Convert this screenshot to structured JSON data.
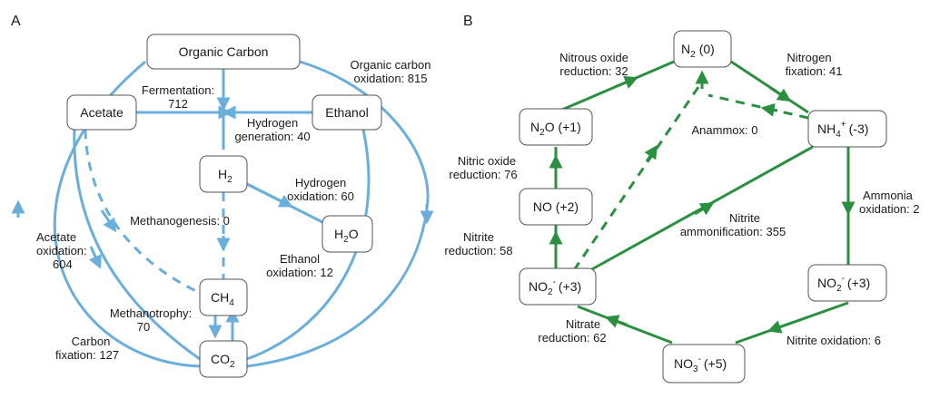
{
  "colors": {
    "carbon": "#6aaedc",
    "nitrogen": "#2a9040"
  },
  "panelA": {
    "label": "A",
    "nodes": {
      "organic_carbon": "Organic Carbon",
      "acetate": "Acetate",
      "ethanol": "Ethanol",
      "h2": "H",
      "h2_sub": "2",
      "h2o_pre": "H",
      "h2o_sub": "2",
      "h2o_post": "O",
      "ch4": "CH",
      "ch4_sub": "4",
      "co2": "CO",
      "co2_sub": "2"
    },
    "fluxes": {
      "fermentation": [
        "Fermentation:",
        "712"
      ],
      "hydrogen_generation": [
        "Hydrogen",
        "generation: 40"
      ],
      "organic_carbon_oxidation": [
        "Organic carbon",
        "oxidation: 815"
      ],
      "hydrogen_oxidation": [
        "Hydrogen",
        "oxidation: 60"
      ],
      "methanogenesis": "Methanogenesis: 0",
      "acetate_oxidation": [
        "Acetate",
        "oxidation:",
        "604"
      ],
      "ethanol_oxidation": [
        "Ethanol",
        "oxidation: 12"
      ],
      "methanotrophy": [
        "Methanotrophy:",
        "70"
      ],
      "carbon_fixation": [
        "Carbon",
        "fixation: 127"
      ]
    }
  },
  "panelB": {
    "label": "B",
    "nodes": {
      "n2": [
        "N",
        "2",
        "(0)"
      ],
      "n2o": [
        "N",
        "2",
        "O (+1)"
      ],
      "nh4": [
        "NH",
        "4",
        "+",
        "(-3)"
      ],
      "no": "NO (+2)",
      "no2_left": [
        "NO",
        "2",
        "-",
        "(+3)"
      ],
      "no2_right": [
        "NO",
        "2",
        "-",
        "(+3)"
      ],
      "no3": [
        "NO",
        "3",
        "-",
        "(+5)"
      ]
    },
    "fluxes": {
      "nitrous_oxide_reduction": [
        "Nitrous oxide",
        "reduction: 32"
      ],
      "nitrogen_fixation": [
        "Nitrogen",
        "fixation: 41"
      ],
      "anammox": "Anammox: 0",
      "nitric_oxide_reduction": [
        "Nitric oxide",
        "reduction: 76"
      ],
      "ammonia_oxidation": [
        "Ammonia",
        "oxidation: 2"
      ],
      "nitrite_ammonification": [
        "Nitrite",
        "ammonification: 355"
      ],
      "nitrite_reduction": [
        "Nitrite",
        "reduction: 58"
      ],
      "nitrate_reduction": [
        "Nitrate",
        "reduction: 62"
      ],
      "nitrite_oxidation": "Nitrite oxidation: 6"
    }
  }
}
